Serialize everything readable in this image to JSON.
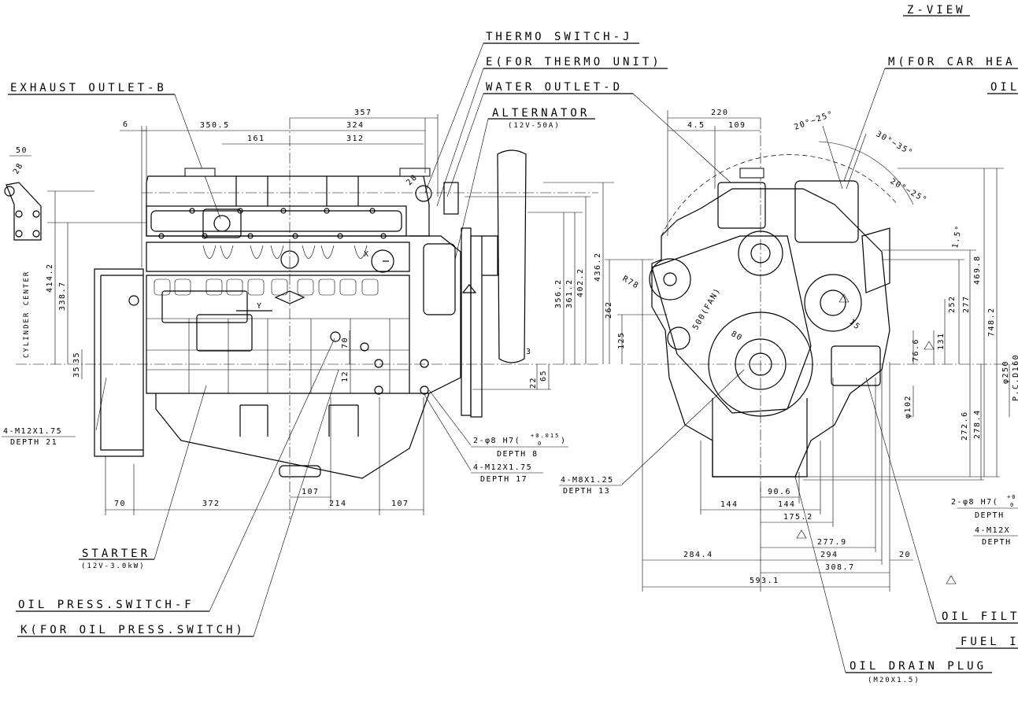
{
  "view_title": "Z-VIEW",
  "labels": {
    "thermo_switch": "THERMO SWITCH-J",
    "thermo_unit": "E(FOR THERMO UNIT)",
    "water_outlet": "WATER OUTLET-D",
    "alternator": "ALTERNATOR",
    "alternator_spec": "(12V-50A)",
    "exhaust_outlet": "EXHAUST OUTLET-B",
    "car_heater": "M(FOR CAR HEA",
    "oil_top": "OIL",
    "cylinder_center": "CYLINDER CENTER",
    "starter": "STARTER",
    "starter_spec": "(12V-3.0kW)",
    "oil_press_switch": "OIL PRESS.SWITCH-F",
    "k_oil_press": "K(FOR OIL PRESS.SWITCH)",
    "oil_filter": "OIL FILT",
    "fuel": "FUEL I",
    "oil_drain_plug": "OIL DRAIN PLUG",
    "oil_drain_spec": "(M20X1.5)",
    "x_mark": "X",
    "y_mark": "Y",
    "fan_label": "500(FAN)"
  },
  "notes": {
    "m12_left": "4-M12X1.75",
    "depth21": "DEPTH 21",
    "pin_hole": "2-φ8 H7(",
    "pin_tol_upper": "+0.015",
    "pin_tol_lower": "0",
    "pin_close": ")",
    "depth8": "DEPTH 8",
    "m12_mid": "4-M12X1.75",
    "depth17": "DEPTH 17",
    "m8": "4-M8X1.25",
    "depth13": "DEPTH 13",
    "pin_hole_right": "2-φ8 H7(",
    "tol_right_upper": "+0",
    "tol_right_lower": "0",
    "depth_right": "DEPTH",
    "m12_right": "4-M12X",
    "depth_right2": "DEPTH"
  },
  "dims_side": {
    "d357": "357",
    "d6": "6",
    "d350_5": "350.5",
    "d324": "324",
    "d161": "161",
    "d312": "312",
    "d50": "50",
    "d28": "28",
    "d414_2": "414.2",
    "d338_7": "338.7",
    "d35a": "35",
    "d35b": "35",
    "d356_2": "356.2",
    "d361_2": "361.2",
    "d402_2": "402.2",
    "d436_2": "436.2",
    "d3": "3",
    "d22": "22",
    "d65": "65",
    "d70v": "70",
    "d12": "12",
    "d70": "70",
    "d372": "372",
    "d107a": "107",
    "d214": "214",
    "d107b": "107",
    "d28r": "28"
  },
  "dims_front": {
    "d220": "220",
    "d4_5": "4.5",
    "d109": "109",
    "a20_25a": "20°~25°",
    "a30_35": "30°~35°",
    "a20_25b": "20°~25°",
    "a1_5": "1.5°",
    "d262": "262",
    "d125": "125",
    "d469_8": "469.8",
    "d252": "252",
    "d277": "277",
    "d131": "131",
    "d76_6": "76.6",
    "d748_2": "748.2",
    "d_phi250": "φ250",
    "d_pcd": "P.C.D160",
    "d_phi102": "φ102",
    "d272_6": "272.6",
    "d278_4": "278.4",
    "r78": "R78",
    "r80": "80",
    "d90_6": "90.6",
    "d144a": "144",
    "d144b": "144",
    "d175_2": "175.2",
    "d277_9": "277.9",
    "d294": "294",
    "d284_4": "284.4",
    "d308_7": "308.7",
    "d20": "20",
    "d593_1": "593.1",
    "d15": "15"
  }
}
